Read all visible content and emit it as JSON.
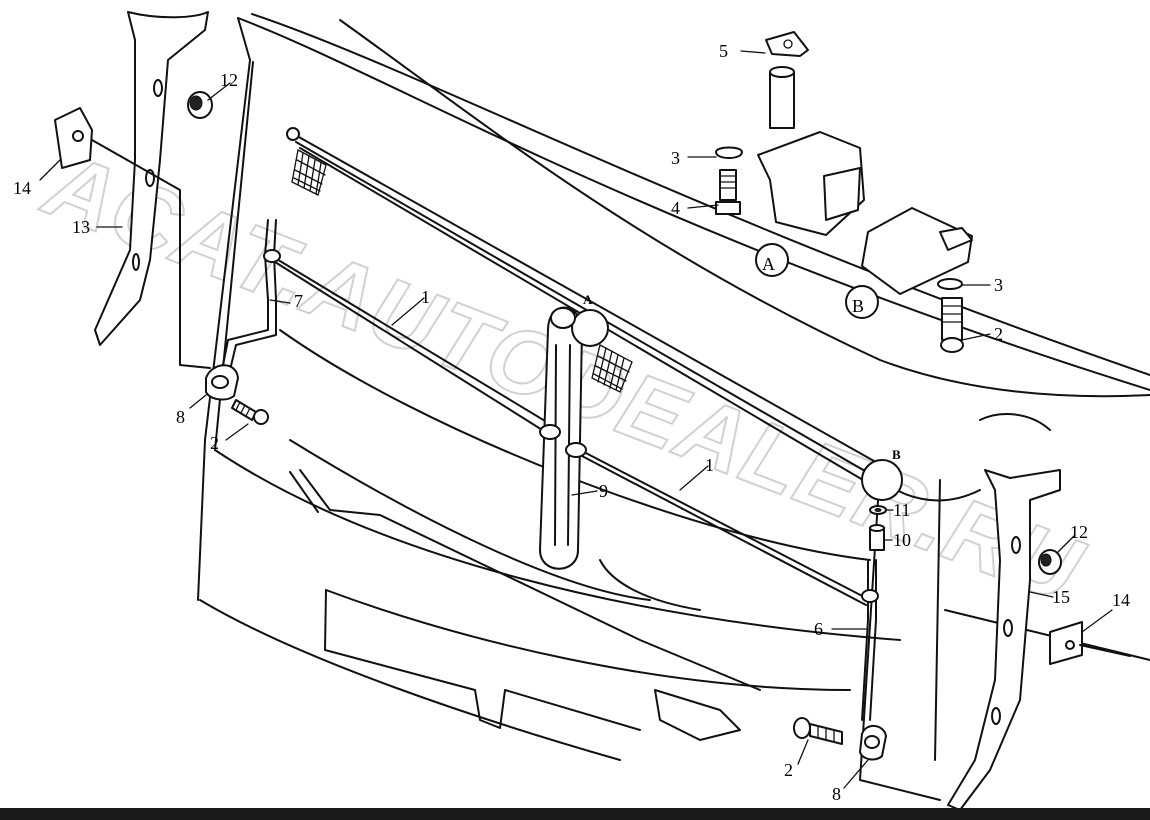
{
  "watermark": "ACAT.AUTODEALER.RU",
  "detail_labels": {
    "detail_a": "A",
    "detail_b": "B"
  },
  "callouts": [
    "1",
    "1",
    "2",
    "2",
    "2",
    "3",
    "3",
    "4",
    "5",
    "6",
    "7",
    "8",
    "8",
    "9",
    "10",
    "11",
    "12",
    "12",
    "13",
    "14",
    "14",
    "15"
  ]
}
